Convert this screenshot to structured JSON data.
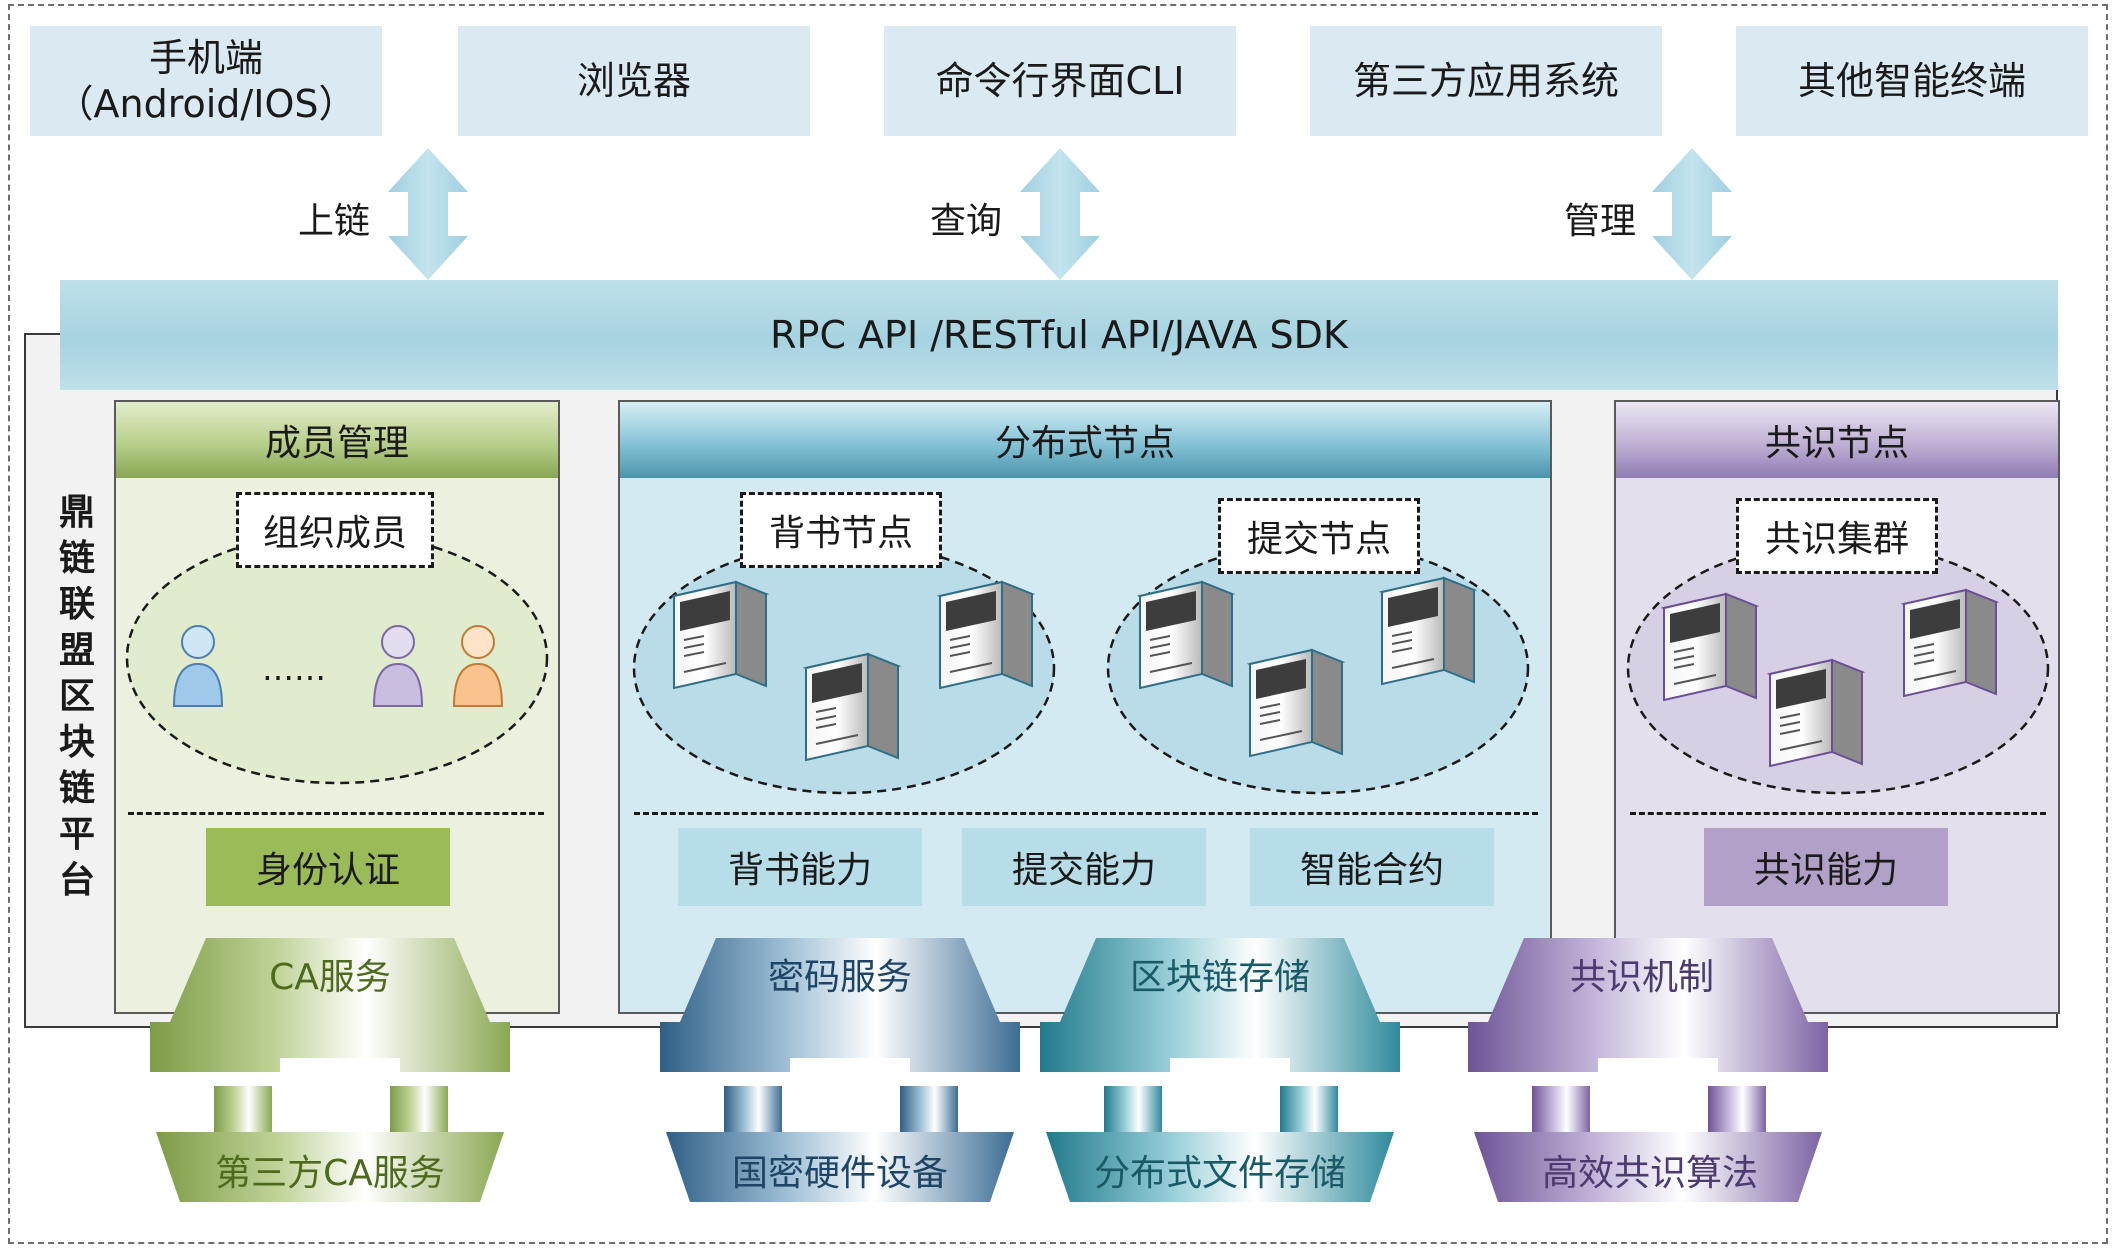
{
  "clients": [
    {
      "line1": "手机端",
      "line2": "（Android/IOS）"
    },
    {
      "line1": "浏览器",
      "line2": ""
    },
    {
      "line1": "命令行界面CLI",
      "line2": ""
    },
    {
      "line1": "第三方应用系统",
      "line2": ""
    },
    {
      "line1": "其他智能终端",
      "line2": ""
    }
  ],
  "arrows": {
    "left": "上链",
    "middle": "查询",
    "right": "管理"
  },
  "api_bar": "RPC API /RESTful API/JAVA SDK",
  "platform_title": [
    "鼎",
    "链",
    "联",
    "盟",
    "区",
    "块",
    "链",
    "平",
    "台"
  ],
  "member": {
    "title": "成员管理",
    "group": "组织成员",
    "ellipsis": "……",
    "ability": "身份认证"
  },
  "node": {
    "title": "分布式节点",
    "endorse": "背书节点",
    "commit": "提交节点",
    "abilities": [
      "背书能力",
      "提交能力",
      "智能合约"
    ]
  },
  "consensus": {
    "title": "共识节点",
    "cluster": "共识集群",
    "ability": "共识能力"
  },
  "services": [
    {
      "top": "CA服务",
      "bottom": "第三方CA服务",
      "color": "#7e9b46"
    },
    {
      "top": "密码服务",
      "bottom": "国密硬件设备",
      "color": "#3c6d94"
    },
    {
      "top": "区块链存储",
      "bottom": "分布式文件存储",
      "color": "#2f8a9c"
    },
    {
      "top": "共识机制",
      "bottom": "高效共识算法",
      "color": "#7d64a4"
    }
  ],
  "colors": {
    "green": "#7e9b46",
    "blue": "#3c6d94",
    "teal": "#2f8a9c",
    "purple": "#7d64a4",
    "api": "#a6d3e0",
    "client": "#dbe9f3"
  }
}
